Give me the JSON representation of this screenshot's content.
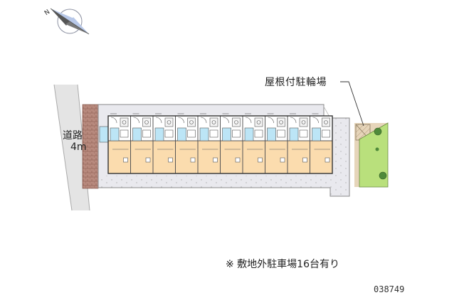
{
  "compass": {
    "north_symbol": "N"
  },
  "labels": {
    "covered_bike_parking": "屋根付駐輪場",
    "road": "道路",
    "road_width": "4m",
    "offsite_parking_note": "※ 敷地外駐車場16台有り",
    "property_code": "038749"
  },
  "map": {
    "unit_count": 10,
    "colors": {
      "road": "#e4e4e4",
      "road_edge": "#aaaaaa",
      "wall": "#a4786c",
      "site": "#e9e9ee",
      "unit_floor": "#fbdcae",
      "stair": "#bce5f6",
      "outline": "#555555",
      "garden": "#b9e07c",
      "bike_area": "#e6d5ba"
    }
  }
}
